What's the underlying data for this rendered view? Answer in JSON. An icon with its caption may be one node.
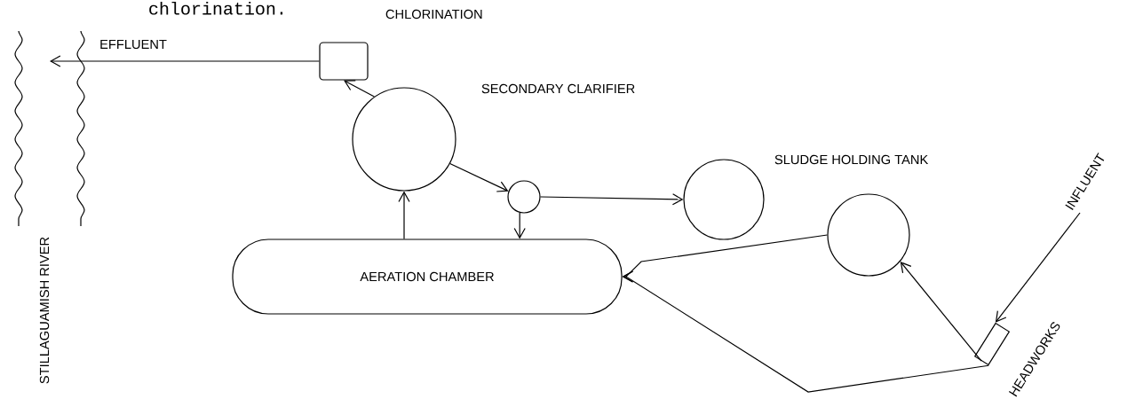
{
  "diagram": {
    "nodes": [
      {
        "text": [
          "CHLORINATION"
        ]
      },
      {
        "text": [
          "SECONDARY CLARIFIER"
        ]
      },
      {
        "text": [],
        "shape": "circle"
      },
      {
        "text": [
          "SLUDGE HOLDING TANK"
        ]
      },
      {
        "text": [
          "AERATION CHAMBER"
        ]
      },
      {
        "text": [],
        "shape": "circle"
      },
      {
        "text": [
          "HEADWORKS"
        ]
      },
      {
        "text": [
          "STILLAGUAMISH RIVER"
        ]
      }
    ],
    "edges": [
      {
        "from": 0,
        "to": 7,
        "arrow": "to",
        "label": "EFFLUENT"
      },
      {
        "from": 1,
        "to": 0,
        "arrow": "to"
      },
      {
        "from": 4,
        "to": 1,
        "arrow": "to"
      },
      {
        "from": 1,
        "to": 2,
        "arrow": "to"
      },
      {
        "from": 2,
        "to": 3,
        "arrow": "to"
      },
      {
        "from": 2,
        "to": 4,
        "arrow": "to"
      },
      {
        "from": 6,
        "to": 5,
        "arrow": "to"
      },
      {
        "from": 5,
        "to": 4,
        "arrow": "to"
      },
      {
        "from": 6,
        "to": 4,
        "arrow": "to"
      },
      {
        "from": null,
        "to": 6,
        "arrow": "to",
        "label": "INFLUENT"
      }
    ],
    "labels": [
      "chlorination."
    ]
  }
}
